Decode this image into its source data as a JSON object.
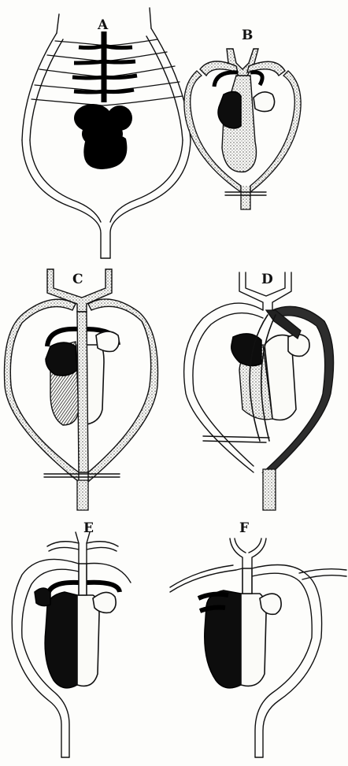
{
  "figure": {
    "panel_labels": [
      "A",
      "B",
      "C",
      "D",
      "E",
      "F"
    ]
  },
  "colors": {
    "ink": "#111111",
    "paper": "#fdfdfb",
    "venous_blood": "#0d0d0d",
    "mixed_blood_stipple": "#8a8a8a"
  }
}
